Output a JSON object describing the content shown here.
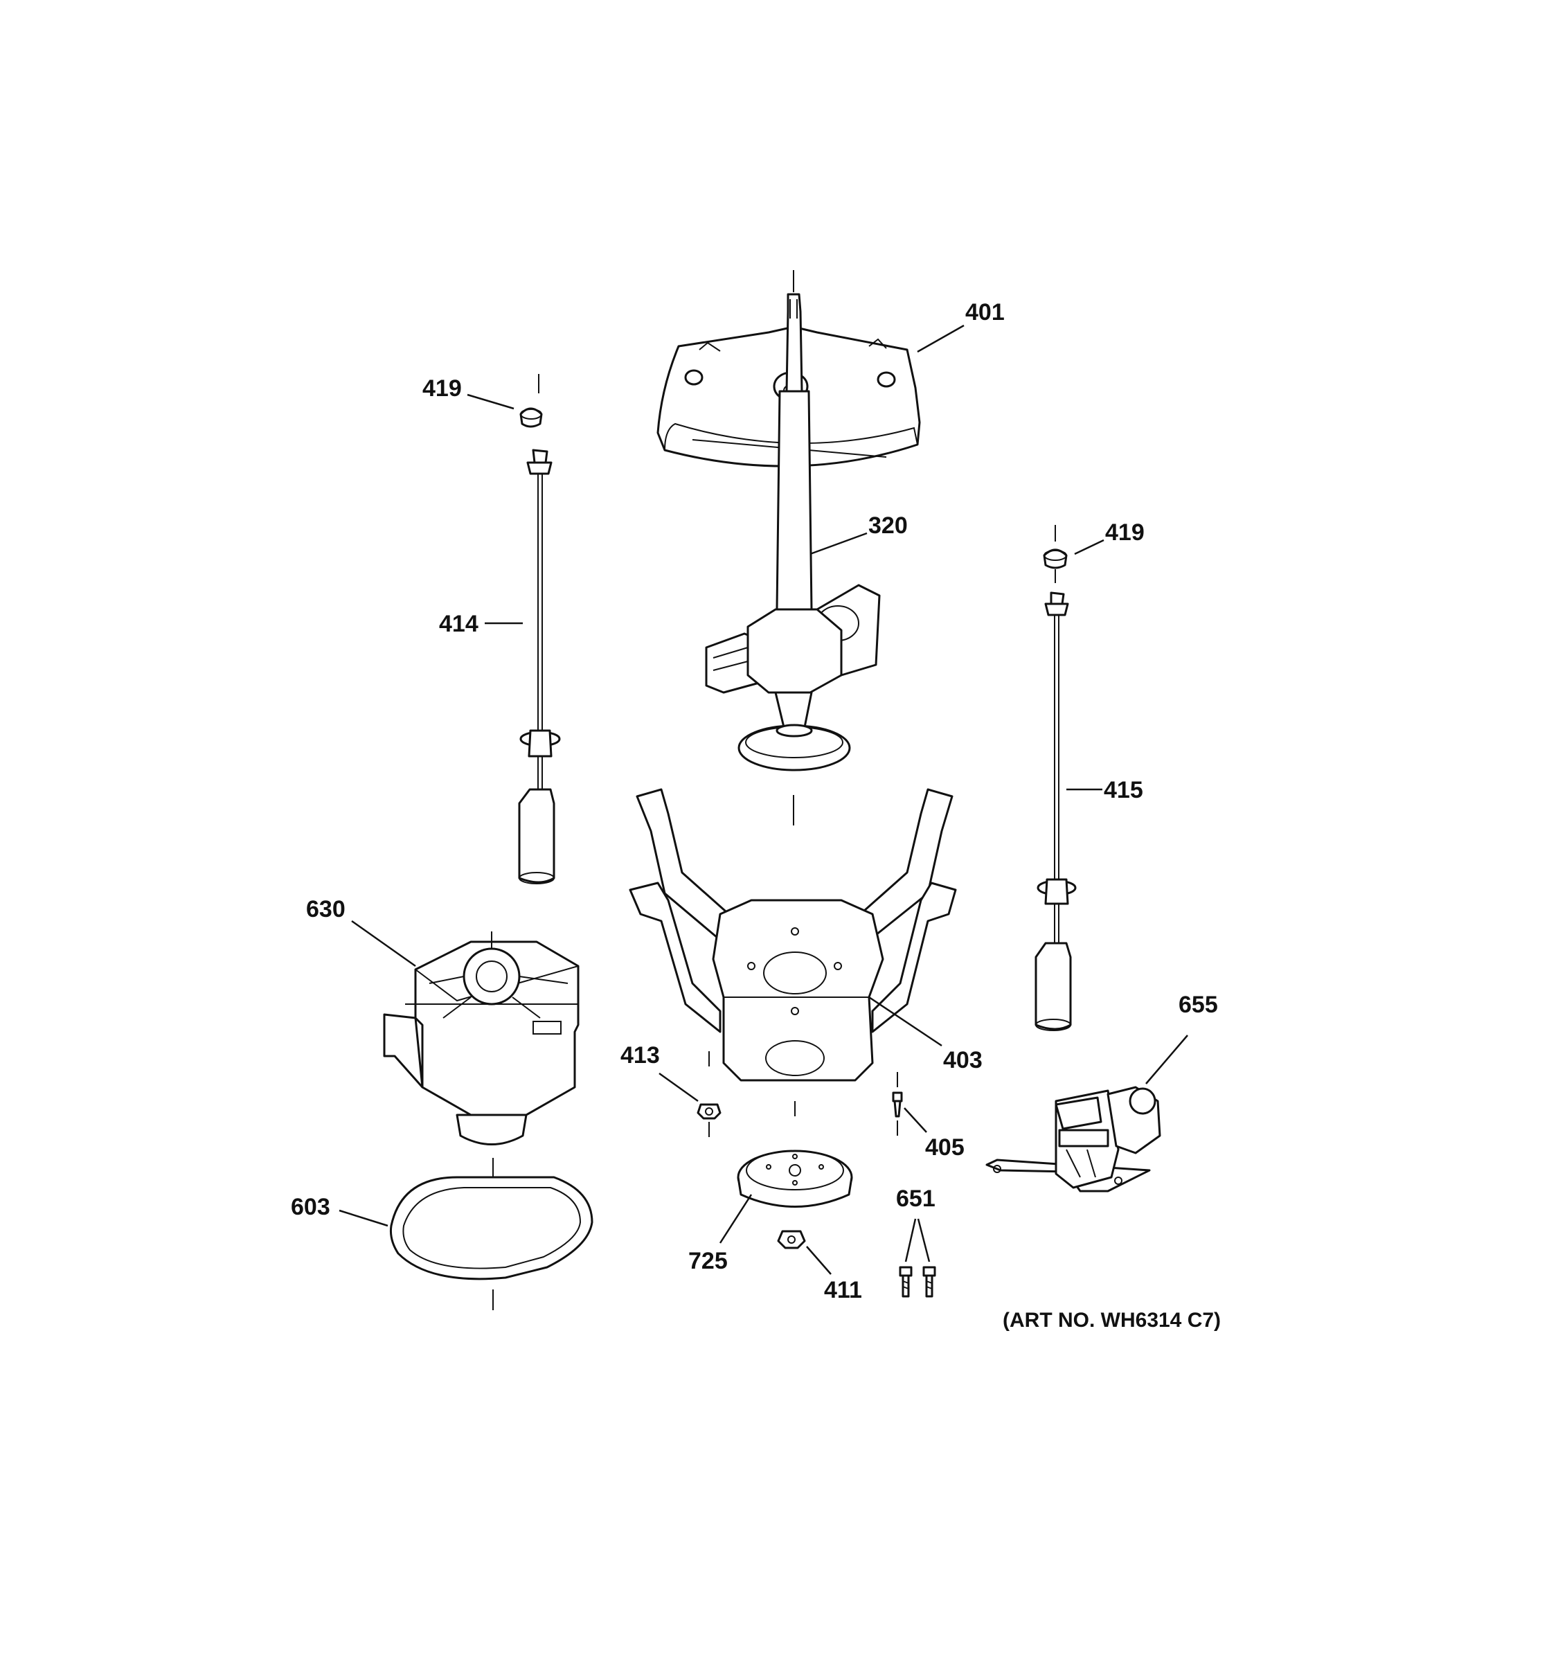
{
  "labels": {
    "p401": "401",
    "p419_left": "419",
    "p419_right": "419",
    "p320": "320",
    "p414": "414",
    "p415": "415",
    "p630": "630",
    "p413": "413",
    "p403": "403",
    "p405": "405",
    "p655": "655",
    "p603": "603",
    "p725": "725",
    "p411": "411",
    "p651": "651"
  },
  "art_number": "(ART NO. WH6314 C7)"
}
